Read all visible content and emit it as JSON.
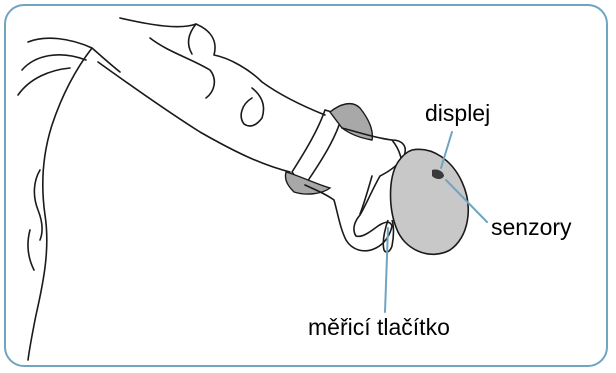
{
  "labels": {
    "display": "displej",
    "sensors": "senzory",
    "measure_button": "měřicí tlačítko"
  },
  "colors": {
    "frame_border": "#6fa4c3",
    "leader_line": "#6fa4c3",
    "device_fill": "#c8c8c8",
    "glove_fill": "#a8a8a8",
    "outline": "#1a1a1a"
  }
}
